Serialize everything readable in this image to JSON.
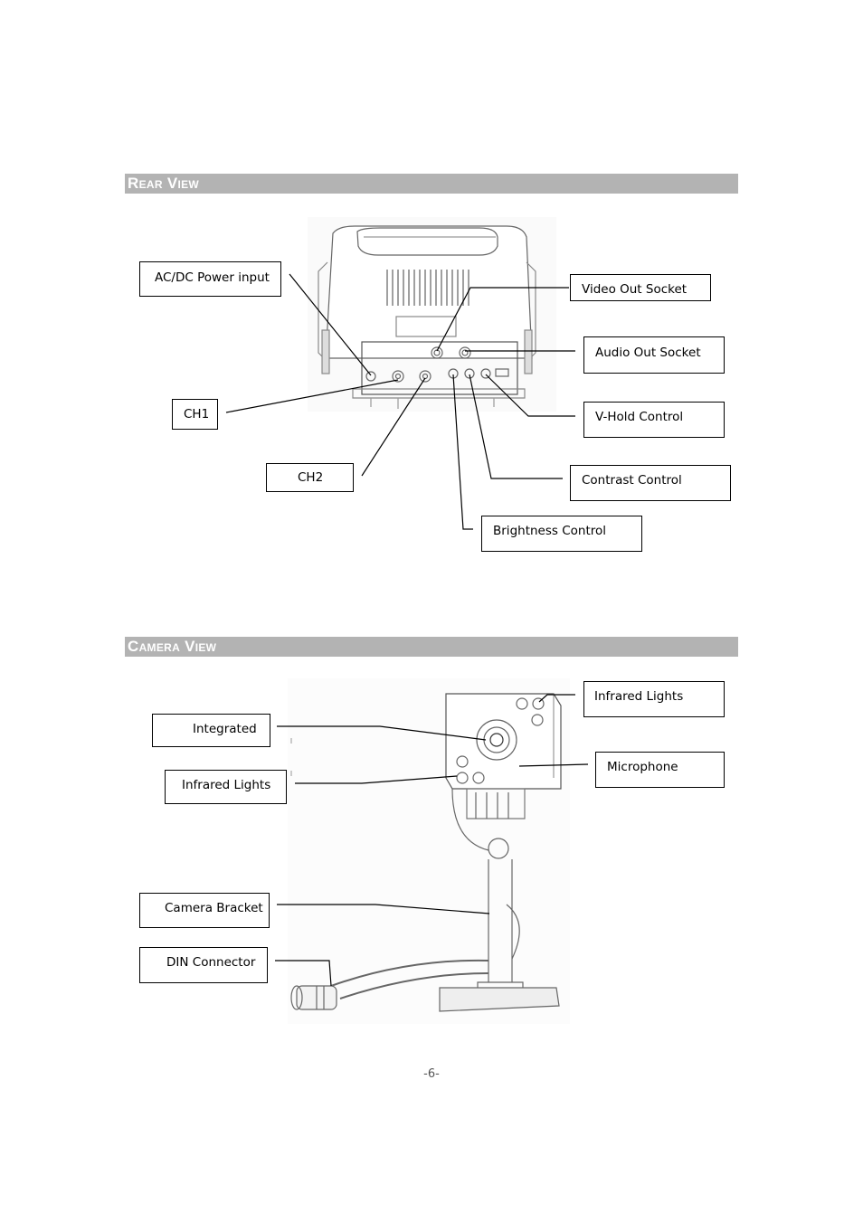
{
  "rear_view": {
    "title": "Rear View",
    "labels": {
      "ac_dc_power_input": "AC/DC Power input",
      "ch1": "CH1",
      "ch2": "CH2",
      "video_out_socket": "Video Out Socket",
      "audio_out_socket": "Audio Out Socket",
      "v_hold_control": "V-Hold Control",
      "contrast_control": "Contrast Control",
      "brightness_control": "Brightness Control"
    }
  },
  "camera_view": {
    "title": "Camera View",
    "labels": {
      "integrated": "Integrated",
      "infrared_lights_left": "Infrared Lights",
      "infrared_lights_right": "Infrared Lights",
      "microphone": "Microphone",
      "camera_bracket": "Camera Bracket",
      "din_connector": "DIN Connector"
    }
  },
  "page_number": "-6-"
}
